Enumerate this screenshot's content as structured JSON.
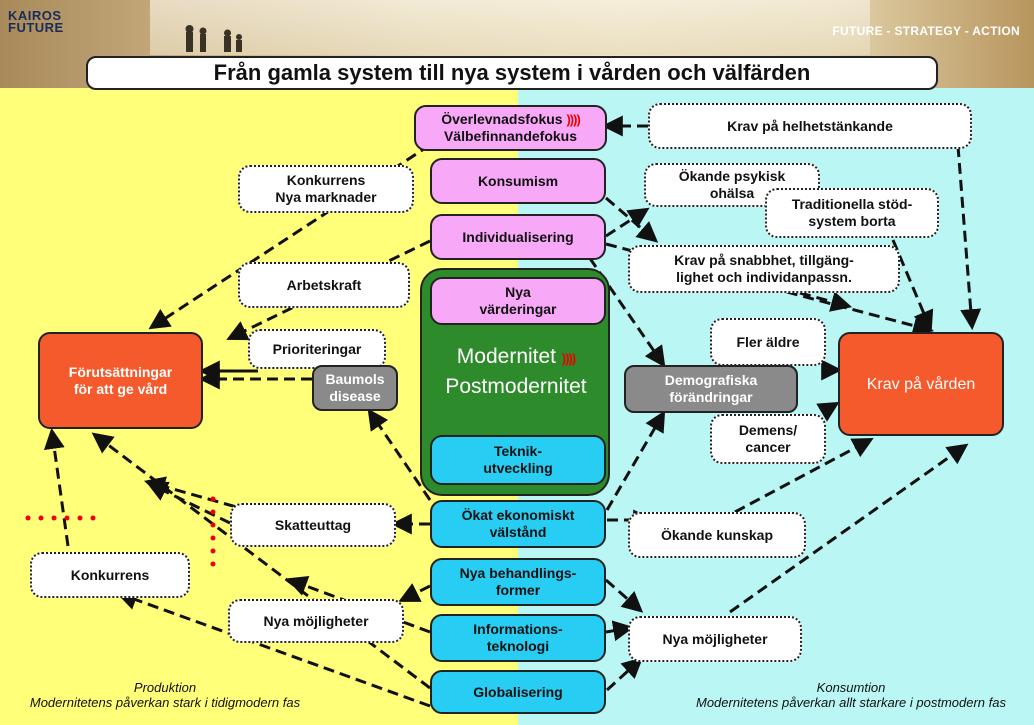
{
  "header": {
    "logo_line1": "KAIROS",
    "logo_line2": "FUTURE",
    "tagline": "FUTURE - STRATEGY - ACTION"
  },
  "title": "Från gamla system till nya system i vården och välfärden",
  "center": {
    "overlevnad_line1": "Överlevnadsfokus",
    "overlevnad_marks": "))))",
    "overlevnad_line2": "Välbefinnandefokus",
    "konsumism": "Konsumism",
    "individualisering": "Individualisering",
    "nya_varderingar": "Nya\nvärderingar",
    "modernitet": "Modernitet",
    "modernitet_marks": "))))",
    "postmodernitet": "Postmodernitet",
    "teknikutveckling": "Teknik-\nutveckling",
    "okat_valstand": "Ökat ekonomiskt\nvälstånd",
    "nya_behandlingsformer": "Nya behandlings-\nformer",
    "informationsteknologi": "Informations-\nteknologi",
    "globalisering": "Globalisering"
  },
  "left": {
    "konkurrens_marknader": "Konkurrens\nNya marknader",
    "arbetskraft": "Arbetskraft",
    "prioriteringar": "Prioriteringar",
    "forutsattningar": "Förutsättningar\nför att ge vård",
    "baumols": "Baumols\ndisease",
    "skatteuttag": "Skatteuttag",
    "konkurrens": "Konkurrens",
    "nya_mojligheter": "Nya möjligheter",
    "caption_title": "Produktion",
    "caption_sub": "Modernitetens påverkan stark i tidigmodern fas"
  },
  "right": {
    "krav_helhet": "Krav på helhetstänkande",
    "psykisk": "Ökande psykisk\nohälsa",
    "traditionella": "Traditionella stöd-\nsystem borta",
    "snabbhet": "Krav på snabbhet, tillgäng-\nlighet och individanpassn.",
    "fler_aldre": "Fler äldre",
    "demografiska": "Demografiska\nförändringar",
    "krav_varden": "Krav på vården",
    "demens": "Demens/\ncancer",
    "okande_kunskap": "Ökande kunskap",
    "nya_mojligheter": "Nya möjligheter",
    "caption_title": "Konsumtion",
    "caption_sub": "Modernitetens påverkan allt starkare i postmodern fas"
  },
  "colors": {
    "left_bg": "#ffff7a",
    "right_bg": "#b9f6f4",
    "pink": "#f7a8f7",
    "cyan": "#27cdf3",
    "green": "#2e8b2b",
    "orange": "#f55a2d",
    "gray": "#8a8a8a",
    "red": "#e00000"
  }
}
